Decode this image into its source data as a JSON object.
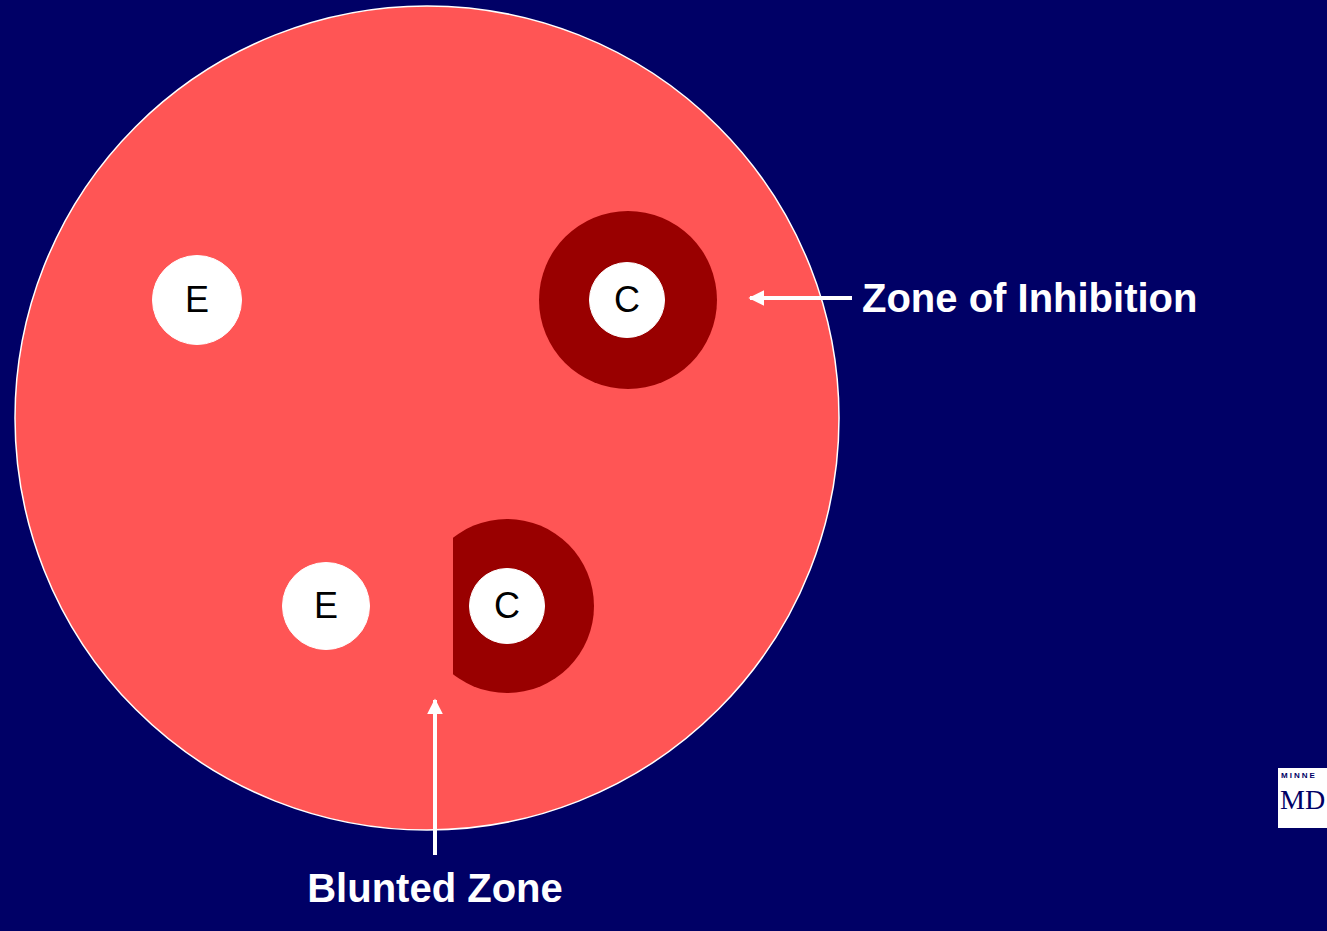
{
  "diagram": {
    "nodes": [
      {
        "text": [
          "E"
        ]
      },
      {
        "text": [
          "C"
        ]
      },
      {
        "text": [
          "E"
        ]
      },
      {
        "text": [
          "C"
        ]
      }
    ],
    "labels": [
      "Zone of Inhibition",
      "Blunted Zone",
      "MINNE",
      "MD"
    ]
  }
}
